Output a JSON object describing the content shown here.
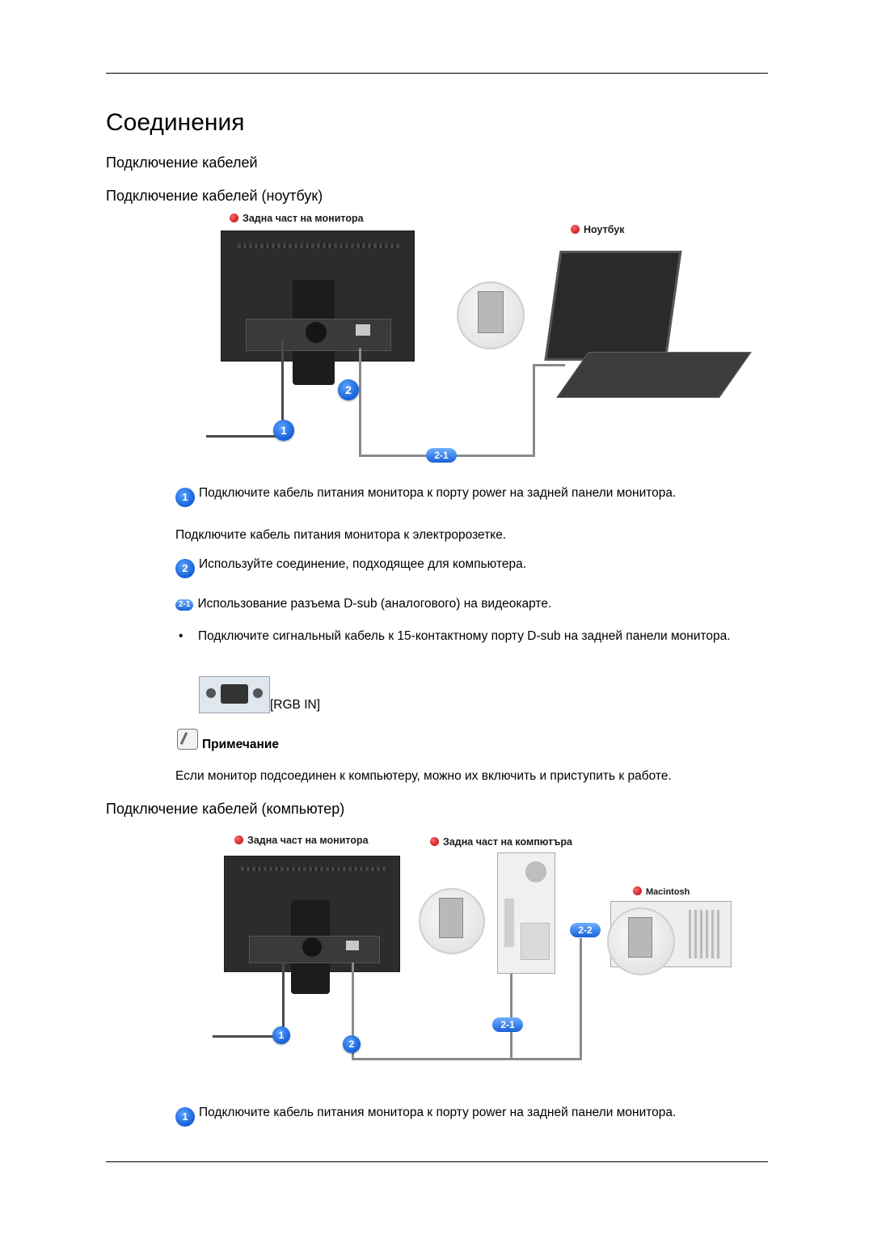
{
  "title": "Соединения",
  "section_heading": "Подключение кабелей",
  "subsection_notebook": "Подключение кабелей (ноутбук)",
  "subsection_computer": "Подключение кабелей (компьютер)",
  "diagram1": {
    "label_monitor_back": "Задна част на монитора",
    "label_notebook": "Ноутбук",
    "badge1": "1",
    "badge2": "2",
    "badge21": "2-1"
  },
  "diagram2": {
    "label_monitor_back": "Задна част на монитора",
    "label_computer_back": "Задна част на компютъра",
    "label_macintosh": "Macintosh",
    "badge1": "1",
    "badge2": "2",
    "badge21": "2-1",
    "badge22": "2-2"
  },
  "step1": {
    "icon": "1",
    "text": "Подключите кабель питания монитора к порту power на задней панели монитора.",
    "text2": "Подключите кабель питания монитора к электророзетке."
  },
  "step2": {
    "icon": "2",
    "text": "Используйте соединение, подходящее для компьютера."
  },
  "step21": {
    "icon": "2-1",
    "text": "Использование разъема D-sub (аналогового) на видеокарте."
  },
  "bullet": {
    "marker": "•",
    "text": "Подключите сигнальный кабель к 15-контактному порту D-sub на задней панели монитора."
  },
  "port_label": "[RGB IN]",
  "note": {
    "label": "Примечание",
    "text": "Если монитор подсоединен к компьютеру, можно их включить и приступить к работе."
  },
  "step1_bottom": {
    "icon": "1",
    "text": "Подключите кабель питания монитора к порту power на задней панели монитора."
  }
}
